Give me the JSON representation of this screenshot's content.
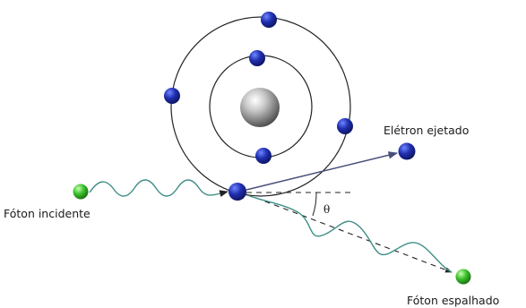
{
  "diagram": {
    "labels": {
      "ejected_electron": "Elétron ejetado",
      "incident_photon": "Fóton incidente",
      "scattered_photon": "Fóton espalhado",
      "angle": "θ"
    },
    "colors": {
      "electron": "#1f2f9c",
      "photon": "#33b02a",
      "photon_wave": "#3f8f86",
      "orbit": "#222222",
      "arrow": "#4a4f7a",
      "nucleus": "#8a8a8a"
    },
    "icons": {
      "nucleus": "nucleus-sphere-icon",
      "electron": "electron-dot-icon",
      "photon": "photon-dot-icon"
    }
  }
}
